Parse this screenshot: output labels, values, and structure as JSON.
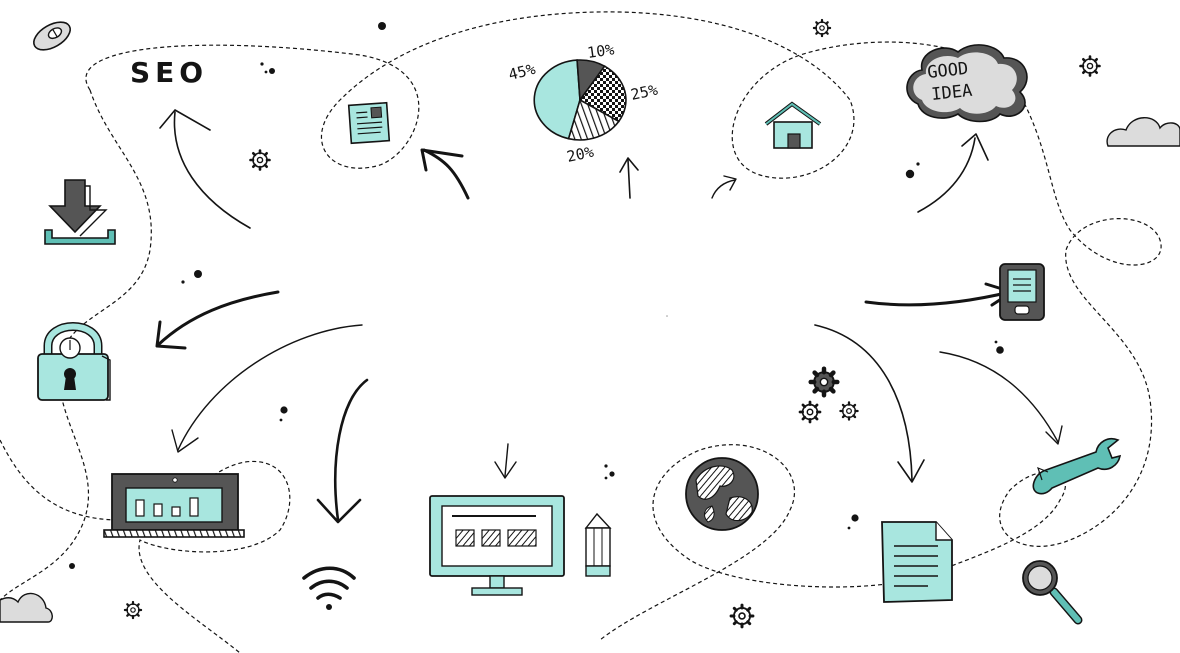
{
  "palette": {
    "ink": "#141414",
    "teal": "#a8e6df",
    "teal_dark": "#5fbfb5",
    "dark_gray": "#555555",
    "cloud_gray": "#dcdcdc",
    "paper": "#ffffff"
  },
  "labels": {
    "seo": "SEO",
    "good": "GOOD",
    "idea": "IDEA"
  },
  "pie": {
    "slices": [
      {
        "label": "45%",
        "value": 45,
        "pattern": "teal"
      },
      {
        "label": "10%",
        "value": 10,
        "pattern": "dark"
      },
      {
        "label": "25%",
        "value": 25,
        "pattern": "checker"
      },
      {
        "label": "20%",
        "value": 20,
        "pattern": "stripes"
      }
    ]
  },
  "icons": [
    "mouse-icon",
    "seo-label",
    "download-icon",
    "padlock-icon",
    "laptop-icon",
    "wifi-icon",
    "cloud-icon",
    "document-icon",
    "pie-chart-icon",
    "monitor-icon",
    "pencil-icon",
    "house-icon",
    "thought-bubble-icon",
    "smartphone-icon",
    "gears-icon",
    "globe-icon",
    "paper-document-icon",
    "wrench-icon",
    "magnifier-icon",
    "gear-icon"
  ]
}
